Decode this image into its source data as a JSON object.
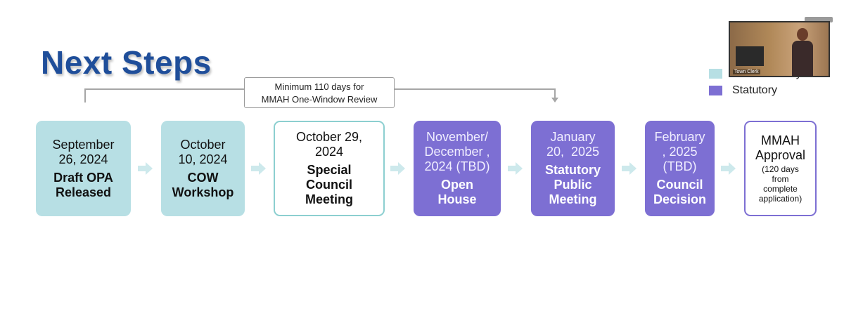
{
  "slide": {
    "title": "Next Steps",
    "bracket_label_line1": "Minimum 110 days for",
    "bracket_label_line2": "MMAH One-Window Review"
  },
  "legend": {
    "items": [
      {
        "label": "Non-Statutory",
        "color": "#b7dfe4"
      },
      {
        "label": "Statutory",
        "color": "#7d6fd3"
      }
    ]
  },
  "video": {
    "label": "Town Clerk"
  },
  "steps": [
    {
      "date_line1": "September",
      "date_line2": "26, 2024",
      "date_line3": "",
      "label_line1": "Draft OPA",
      "label_line2": "Released",
      "label_line3": "",
      "type": "non-statutory"
    },
    {
      "date_line1": "October",
      "date_line2": "10, 2024",
      "date_line3": "",
      "label_line1": "COW",
      "label_line2": "Workshop",
      "label_line3": "",
      "type": "non-statutory"
    },
    {
      "date_line1": "October 29,",
      "date_line2": "2024",
      "date_line3": "",
      "label_line1": "Special",
      "label_line2": "Council",
      "label_line3": "Meeting",
      "type": "non-statutory-outline"
    },
    {
      "date_line1": "November/",
      "date_line2": "December ,",
      "date_line3": "2024 (TBD)",
      "label_line1": "Open",
      "label_line2": "House",
      "label_line3": "",
      "type": "statutory"
    },
    {
      "date_line1": "January",
      "date_line2": "20,  2025",
      "date_line3": "",
      "label_line1": "Statutory",
      "label_line2": "Public",
      "label_line3": "Meeting",
      "type": "statutory"
    },
    {
      "date_line1": "February",
      "date_line2": ", 2025",
      "date_line3": "(TBD)",
      "label_line1": "Council",
      "label_line2": "Decision",
      "label_line3": "",
      "type": "statutory"
    },
    {
      "date_line1": "MMAH",
      "date_line2": "Approval",
      "date_line3": "",
      "label_line1": "",
      "label_line2": "",
      "label_line3": "",
      "note_line1": "(120 days",
      "note_line2": "from",
      "note_line3": "complete",
      "note_line4": "application)",
      "type": "statutory-outline"
    }
  ]
}
